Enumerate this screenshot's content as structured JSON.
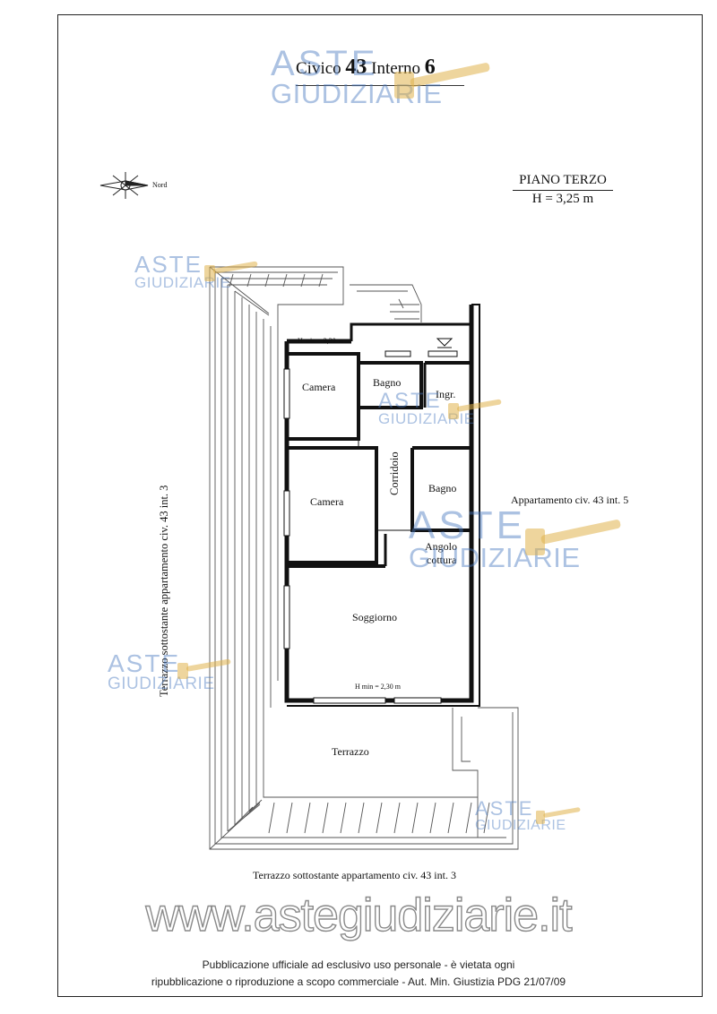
{
  "header": {
    "civico_label": "Civico",
    "civico_number": "43",
    "interno_label": "Interno",
    "interno_number": "6"
  },
  "compass": {
    "north_label": "Nord"
  },
  "floor": {
    "name": "PIANO TERZO",
    "height": "H = 3,25 m"
  },
  "rooms": {
    "camera_1": "Camera",
    "camera_2": "Camera",
    "bagno_1": "Bagno",
    "bagno_2": "Bagno",
    "ingresso": "Ingr.",
    "corridoio": "Corridoio",
    "angolo_line1": "Angolo",
    "angolo_line2": "cottura",
    "soggiorno": "Soggiorno",
    "terrazzo": "Terrazzo",
    "hmin_top": "H min = 2,30 m",
    "hmin_bottom": "H min = 2,30 m"
  },
  "annotations": {
    "appartamento_right": "Appartamento civ. 43 int. 5",
    "terrazzo_left": "Terrazzo sottostante appartamento civ. 43 int. 3",
    "terrazzo_bottom": "Terrazzo sottostante appartamento civ. 43 int. 3"
  },
  "watermark": {
    "line1": "ASTE",
    "line2": "GIUDIZIARIE"
  },
  "colors": {
    "watermark": "#4678be",
    "gavel": "#d9a441",
    "ink": "#111111"
  },
  "footer": {
    "url": "www.astegiudiziarie.it",
    "line1": "Pubblicazione ufficiale ad esclusivo uso personale - è vietata ogni",
    "line2": "ripubblicazione o riproduzione a scopo commerciale - Aut. Min. Giustizia PDG 21/07/09"
  }
}
